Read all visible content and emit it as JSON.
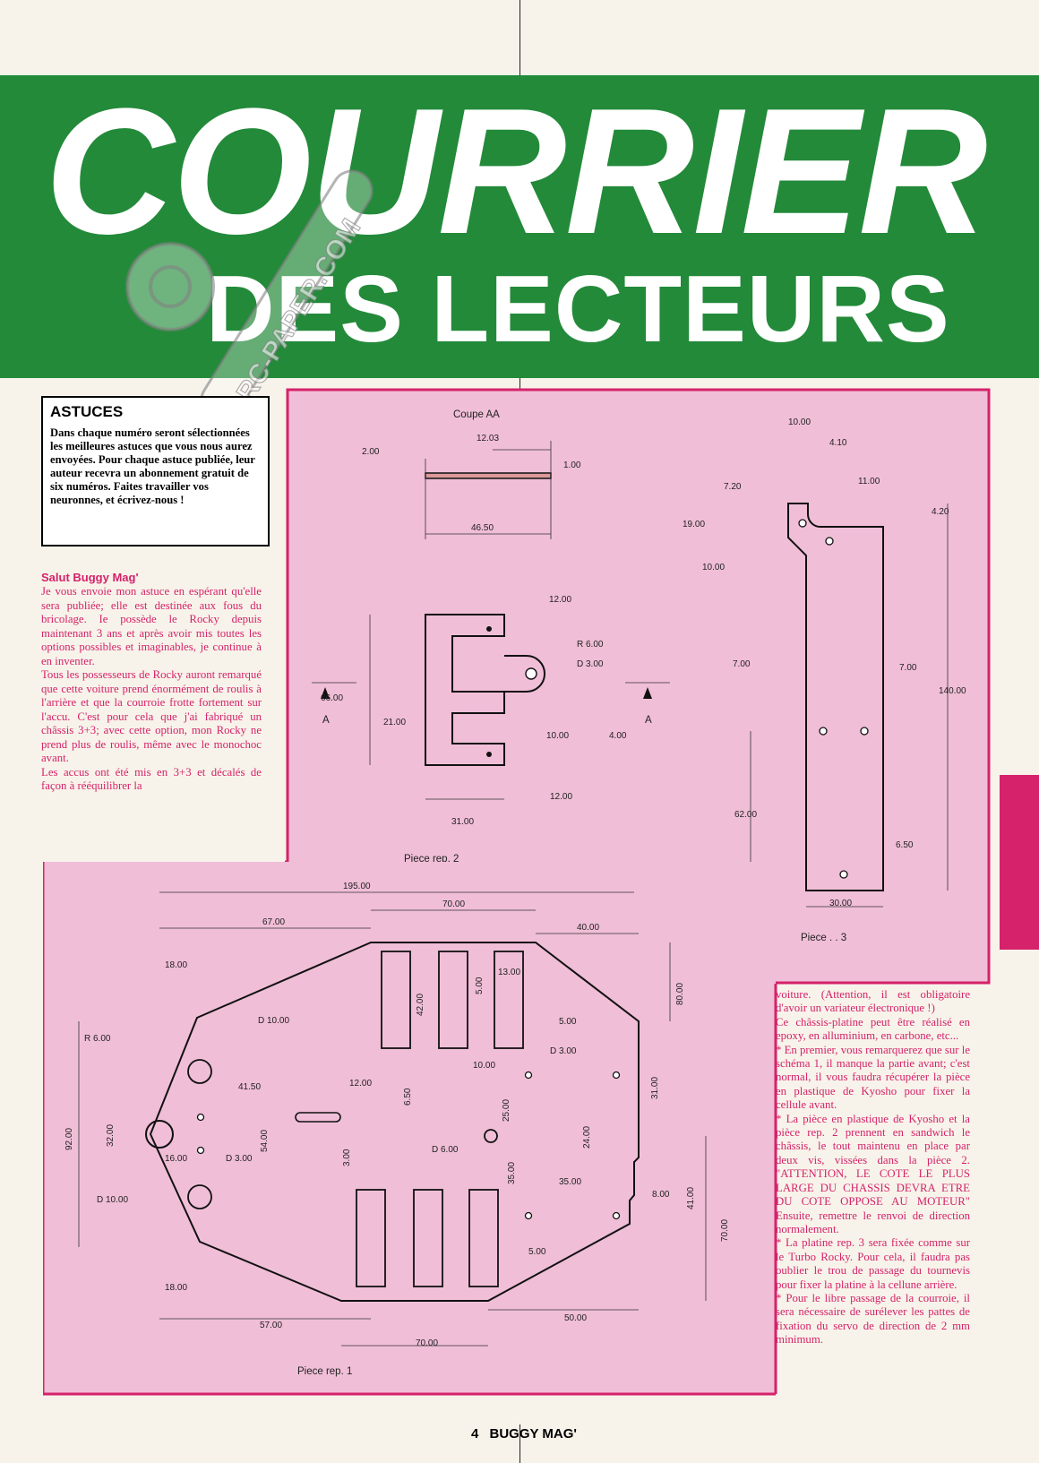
{
  "header": {
    "title_line1": "COURRIER",
    "title_line2": "DES LECTEURS",
    "watermark": "RC-PAPER.COM"
  },
  "astuces": {
    "heading": "ASTUCES",
    "text": "Dans chaque numéro seront sélectionnées les meilleures astuces que vous nous aurez envoyées. Pour chaque astuce publiée, leur auteur recevra un abonnement gratuit de six numéros. Faites travailler vos neuronnes, et écrivez-nous !"
  },
  "letter": {
    "greeting": "Salut Buggy Mag'",
    "paragraphs": [
      "Je vous envoie mon astuce en espérant qu'elle sera publiée; elle est destinée aux fous du bricolage. Ie possède le Rocky depuis maintenant 3 ans et après avoir mis toutes les options possibles et imaginables, je continue à en inventer.",
      "Tous les possesseurs de Rocky auront remarqué que cette voiture prend énormément de roulis à l'arrière et que la courroie frotte fortement sur l'accu. C'est pour cela que j'ai fabriqué un châssis 3+3; avec cette option, mon Rocky ne prend plus de roulis, même avec le monochoc avant.",
      "Les accus ont été mis en 3+3 et décalés de façon à rééquilibrer la"
    ],
    "continuation": [
      "voiture. (Attention, il est obligatoire d'avoir un variateur électronique !)",
      "Ce châssis-platine peut être réalisé en epoxy, en alluminium, en carbone, etc...",
      "* En premier, vous remarquerez que sur le schéma 1, il manque la partie avant; c'est normal, il vous faudra récupérer la pièce en plastique de Kyosho pour fixer la cellule avant.",
      "* La pièce en plastique de Kyosho et la pièce rep. 2 prennent en sandwich le châssis, le tout maintenu en place par deux vis, vissées dans la pièce 2. \"ATTENTION, LE COTE LE PLUS LARGE DU CHASSIS DEVRA ETRE DU COTE OPPOSE AU MOTEUR\" Ensuite, remettre le renvoi de direction normalement.",
      "* La platine rep. 3 sera fixée comme sur le Turbo Rocky. Pour cela, il faudra pas oublier le trou de passage du tournevis pour fixer la platine à la cellune arrière.",
      "* Pour le libre passage de la courroie, il sera nécessaire de surélever les pattes de fixation du servo de direction de 2 mm minimum."
    ]
  },
  "drawing": {
    "coupe": {
      "label": "Coupe AA",
      "dims": [
        "12.03",
        "2.00",
        "1.00",
        "46.50"
      ]
    },
    "piece2": {
      "label": "Piece rep. 2",
      "dims": [
        "12.00",
        "R 6.00",
        "D 3.00",
        "66.00",
        "21.00",
        "10.00",
        "4.00",
        "12.00",
        "31.00"
      ],
      "section_mark": "A"
    },
    "piece3": {
      "label": "Piece . . 3",
      "dims": [
        "10.00",
        "4.10",
        "11.00",
        "7.20",
        "4.20",
        "19.00",
        "10.00",
        "7.00",
        "7.00",
        "140.00",
        "62.00",
        "6.50",
        "30.00"
      ]
    },
    "piece1": {
      "label": "Piece rep. 1",
      "dims": {
        "overall": "195.00",
        "top_mid": "70.00",
        "left_top": "67.00",
        "right_top": "40.00",
        "left_18": "18.00",
        "slot_13": "13.00",
        "d10_top": "D 10.00",
        "r6": "R 6.00",
        "slot_42": "42.00",
        "slot_5a": "5.00",
        "slot_5b": "5.00",
        "right_80": "80.00",
        "d3_r": "D 3.00",
        "w10": "10.00",
        "h41_5": "41.50",
        "w12": "12.00",
        "h6_5": "6.50",
        "h25": "25.00",
        "right_31": "31.00",
        "h92": "92.00",
        "h32": "32.00",
        "h54": "54.00",
        "w16": "16.00",
        "d3_l": "D 3.00",
        "h3": "3.00",
        "d6": "D 6.00",
        "h24": "24.00",
        "d10_bot": "D 10.00",
        "h35v": "35.00",
        "w35": "35.00",
        "w8": "8.00",
        "right_41": "41.00",
        "right_70": "70.00",
        "slot_5c": "5.00",
        "left_18b": "18.00",
        "bot_57": "57.00",
        "bot_50": "50.00",
        "bot_70": "70.00"
      }
    }
  },
  "footer": {
    "page": "4",
    "magazine": "BUGGY MAG'"
  }
}
